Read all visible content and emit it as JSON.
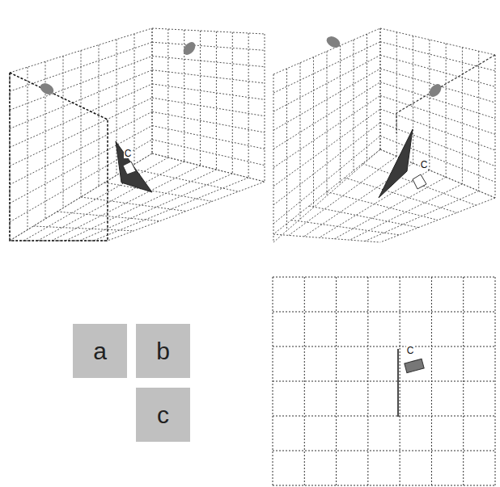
{
  "diagram": {
    "nodes": [
      {
        "text": [
          "a"
        ]
      },
      {
        "text": [
          "b"
        ]
      },
      {
        "text": [
          "c"
        ]
      }
    ],
    "labels": [
      "C",
      "C",
      "C"
    ]
  }
}
